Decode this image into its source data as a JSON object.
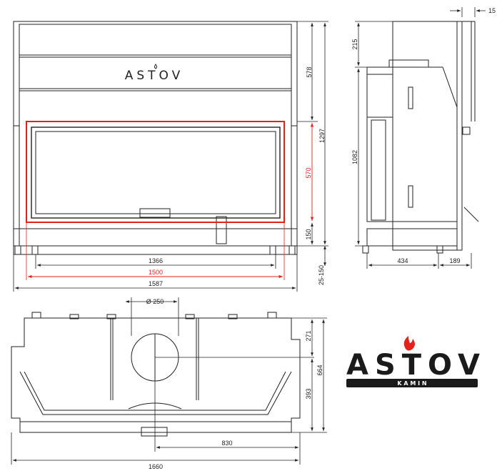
{
  "front_view": {
    "brand_label": "ASTOV",
    "dim_578": "578",
    "dim_1297": "1297",
    "dim_570": "570",
    "dim_150": "150",
    "dim_25_150": "25-150",
    "dim_1366": "1366",
    "dim_1500": "1500",
    "dim_1587": "1587"
  },
  "side_view": {
    "dim_15": "15",
    "dim_215": "215",
    "dim_1082": "1082",
    "dim_434": "434",
    "dim_189": "189"
  },
  "top_view": {
    "dim_250": "Ø 250",
    "dim_271": "271",
    "dim_664": "664",
    "dim_393": "393",
    "dim_830": "830",
    "dim_1660": "1660"
  },
  "logo": {
    "name": "ASTOV",
    "subtitle": "K A M I N",
    "flame_color": "#e0241b"
  },
  "colors": {
    "line": "#222222",
    "highlight": "#e0241b"
  }
}
